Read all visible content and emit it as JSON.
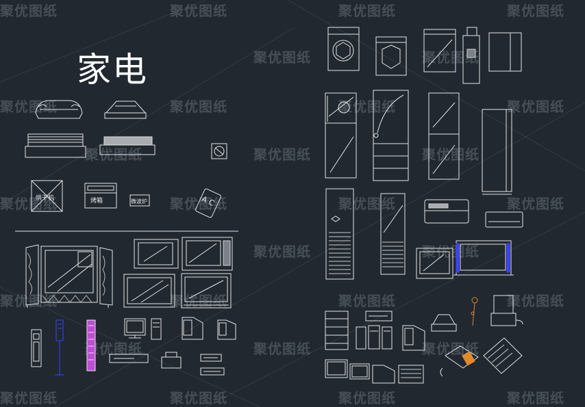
{
  "title": "家电",
  "watermark_text": "聚优图纸",
  "labels": {
    "dryer": "烘干机",
    "oven": "烤箱",
    "microwave": "微波炉",
    "ac_remote": "A C"
  },
  "colors": {
    "background": "#212830",
    "line": "#e6e6e6",
    "accent_blue": "#3a44ff",
    "accent_magenta": "#c04cd8",
    "accent_orange": "#e08a2c"
  }
}
